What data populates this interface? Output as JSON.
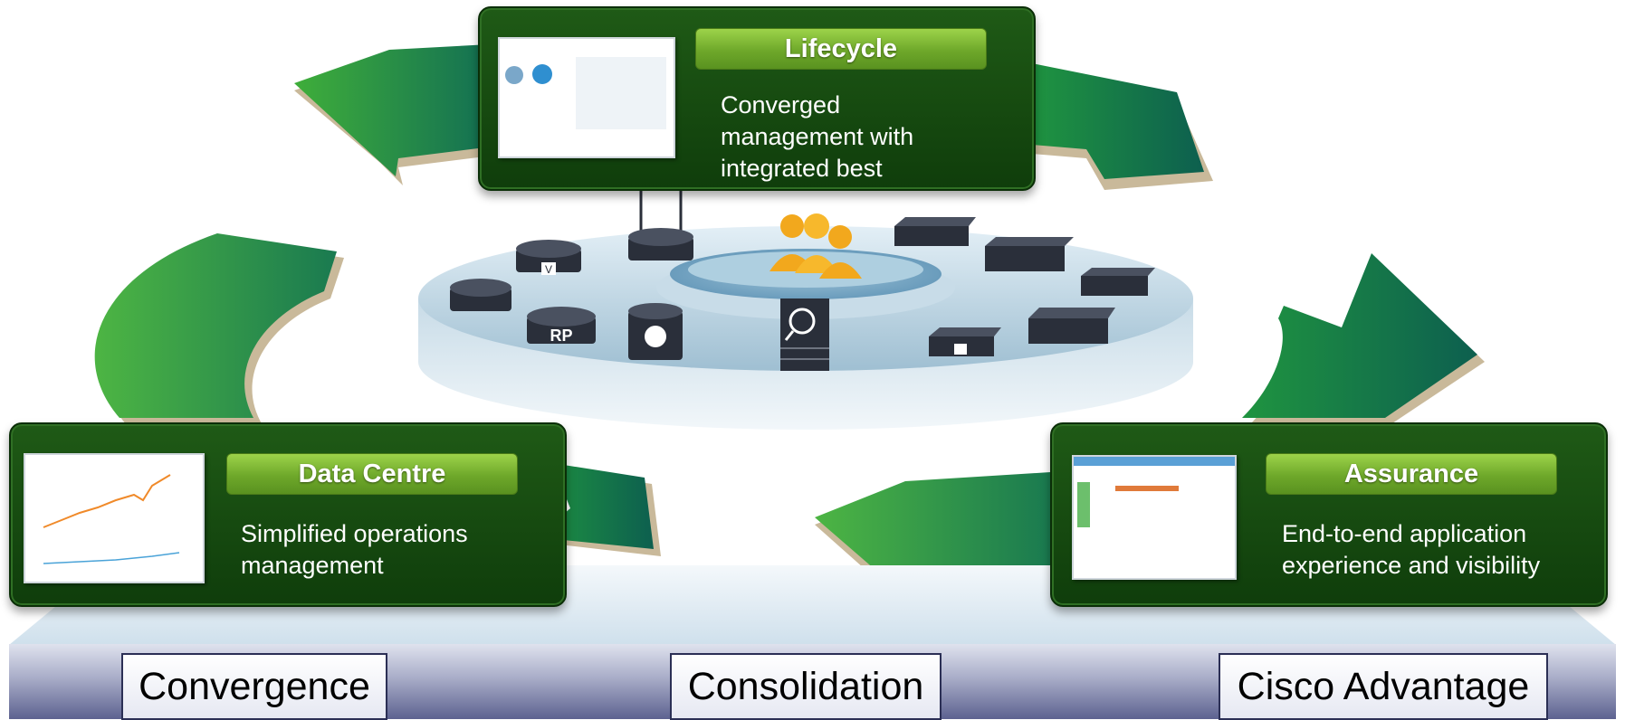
{
  "cards": {
    "lifecycle": {
      "title": "Lifecycle",
      "description": "Converged management with integrated best practices"
    },
    "data_centre": {
      "title": "Data Centre",
      "description": "Simplified operations management"
    },
    "assurance": {
      "title": "Assurance",
      "description": "End-to-end application experience and visibility"
    }
  },
  "pillars": [
    "Convergence",
    "Consolidation",
    "Cisco Advantage"
  ],
  "devices": {
    "router_rp_label": "RP",
    "virtual_label": "V"
  },
  "colors": {
    "card_green": "#14470f",
    "pill_green": "#7cb833",
    "arrow_green_light": "#3fae3a",
    "arrow_green_dark": "#0f6a55",
    "platform_blue": "#b8d4e3"
  }
}
